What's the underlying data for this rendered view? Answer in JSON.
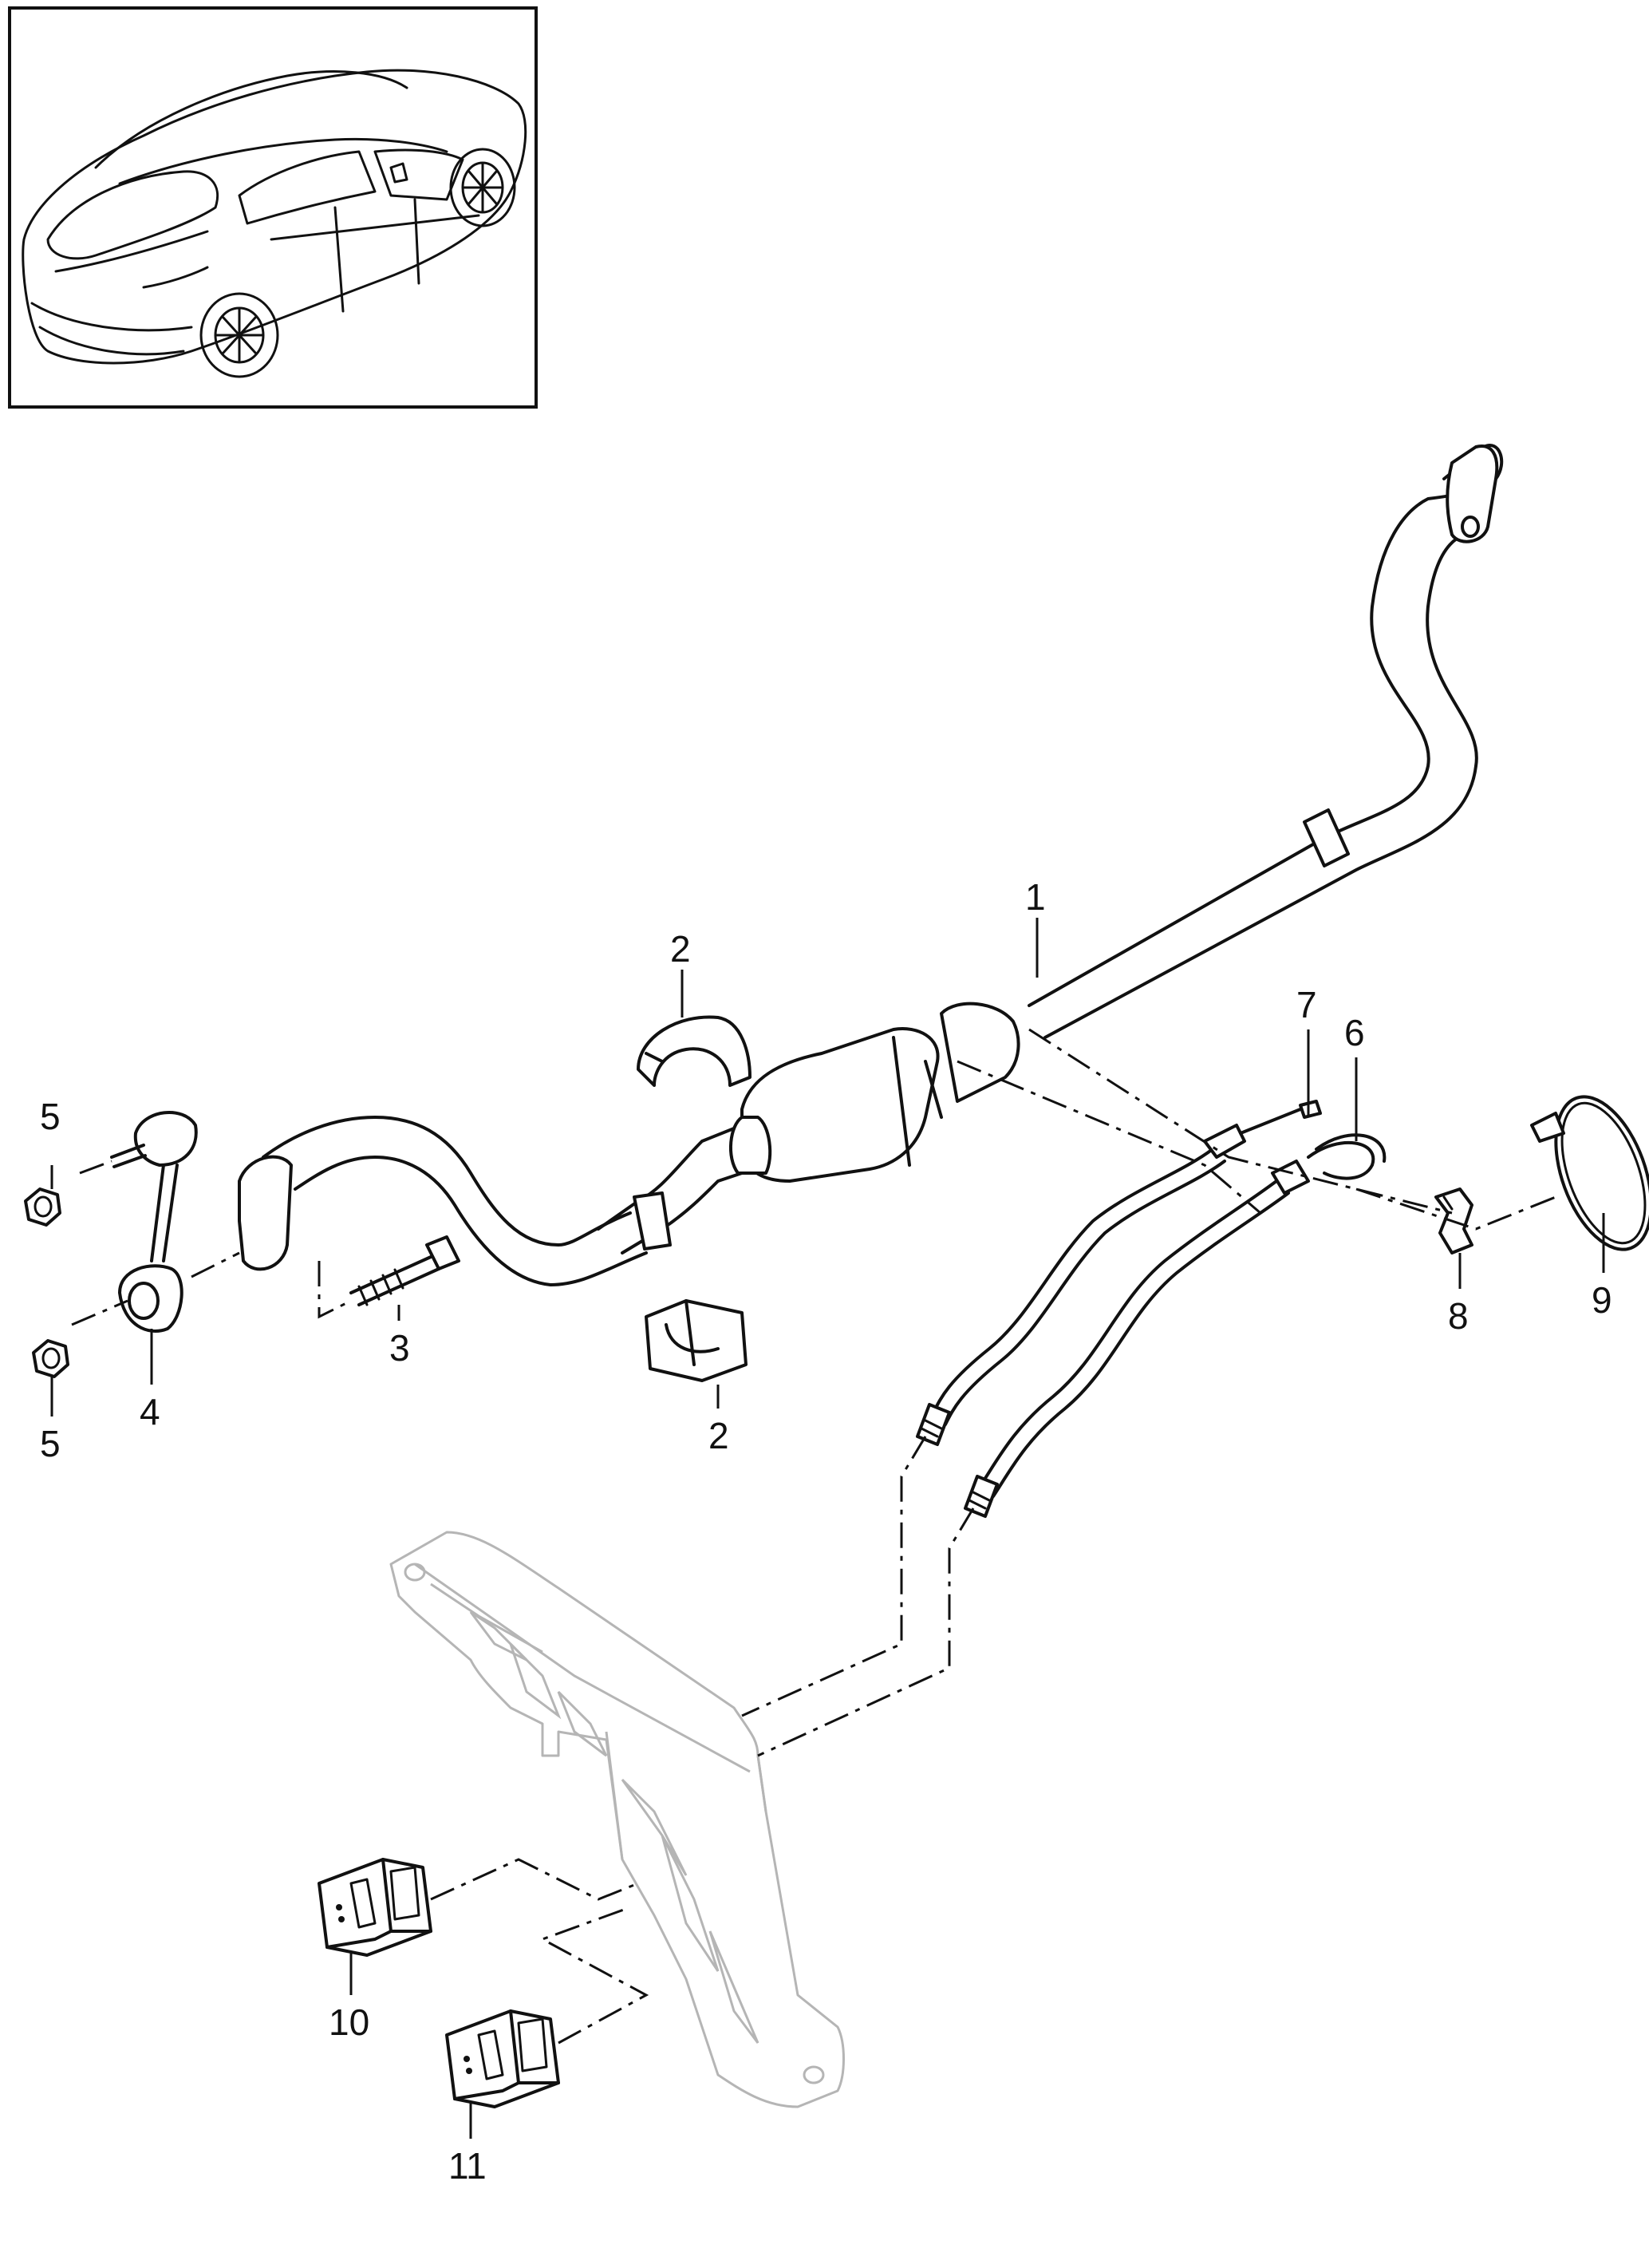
{
  "diagram": {
    "callouts": [
      "1",
      "2",
      "2",
      "3",
      "4",
      "5",
      "5",
      "6",
      "7",
      "8",
      "9",
      "10",
      "11"
    ]
  }
}
